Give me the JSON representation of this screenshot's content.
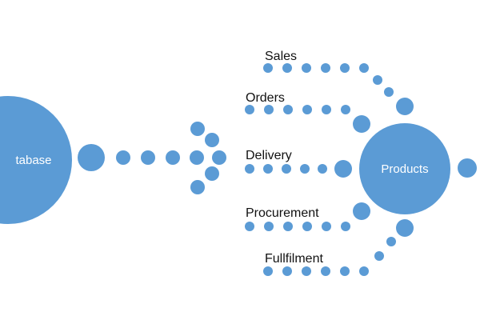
{
  "diagram": {
    "source_node": {
      "label": "tabase"
    },
    "hub_node": {
      "label": "Products"
    },
    "branches": [
      {
        "label": "Sales"
      },
      {
        "label": "Orders"
      },
      {
        "label": "Delivery"
      },
      {
        "label": "Procurement"
      },
      {
        "label": "Fullfilment"
      }
    ]
  },
  "colors": {
    "dot_fill": "#5b9bd5",
    "label_text": "#111111",
    "node_text": "#ffffff",
    "background": "#ffffff"
  }
}
